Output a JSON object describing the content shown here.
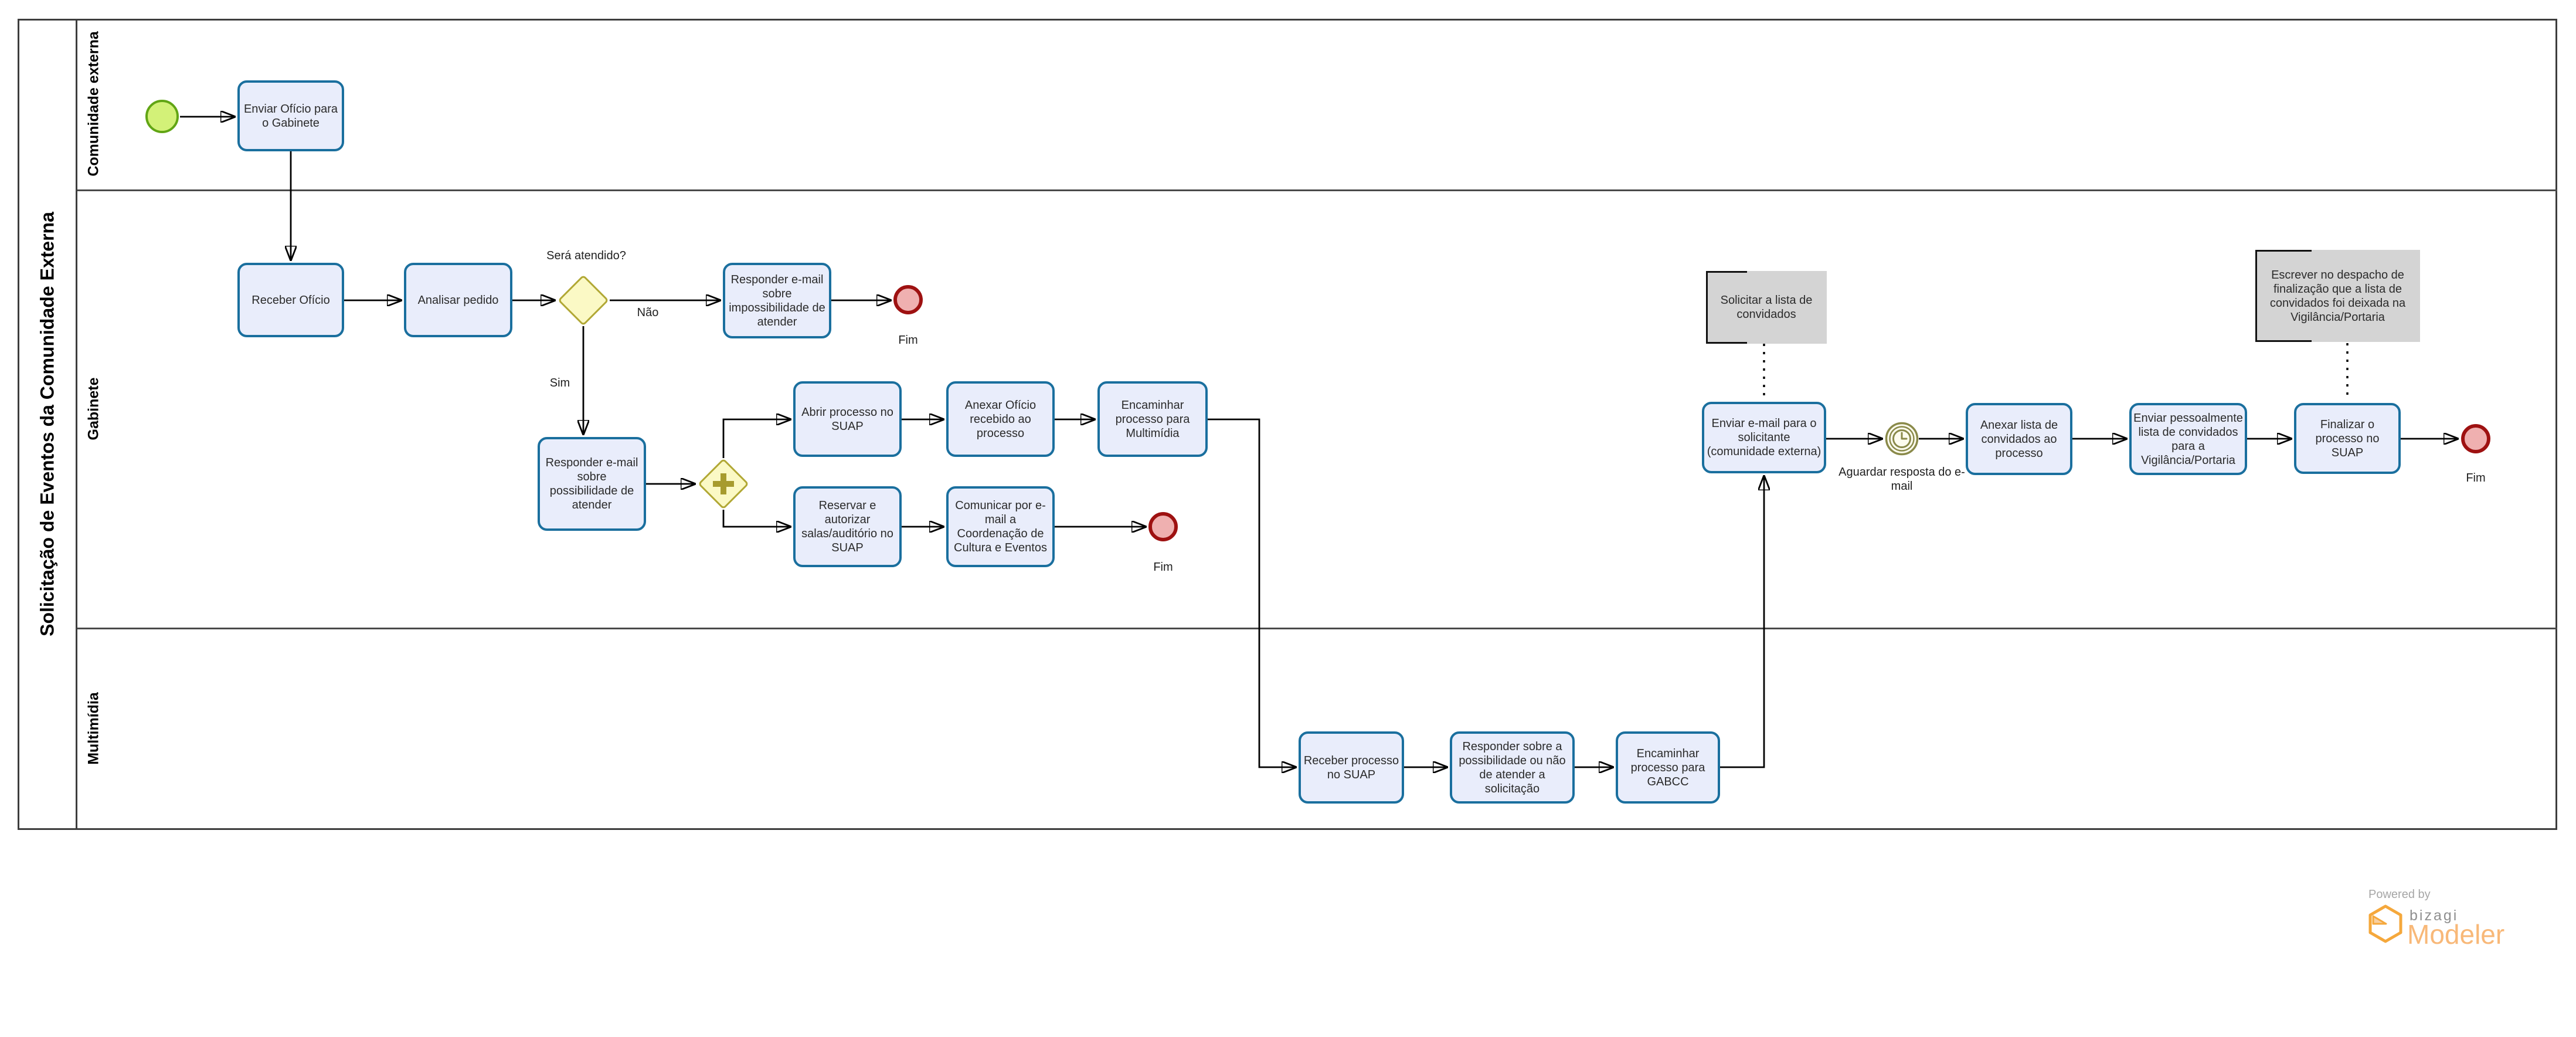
{
  "diagram": {
    "pool_title": "Solicitação de Eventos da Comunidade Externa",
    "lanes": [
      "Comunidade externa",
      "Gabinete",
      "Multimídia"
    ]
  },
  "nodes": {
    "t1": "Enviar Ofício para o Gabinete",
    "t2": "Receber Ofício",
    "t3": "Analisar pedido",
    "t4": "Responder e-mail sobre impossibilidade de atender",
    "t5": "Responder e-mail sobre possibilidade de atender",
    "t6": "Abrir processo no SUAP",
    "t7": "Reservar e autorizar salas/auditório no SUAP",
    "t8": "Anexar Ofício recebido ao processo",
    "t9": "Encaminhar processo para Multimídia",
    "t10": "Comunicar por e-mail a Coordenação de Cultura e Eventos",
    "t11": "Receber processo no SUAP",
    "t12": "Responder sobre a possibilidade ou não de atender a solicitação",
    "t13": "Encaminhar processo para GABCC",
    "t14": "Enviar e-mail para o solicitante (comunidade externa)",
    "t15": "Anexar lista de convidados ao processo",
    "t16": "Enviar pessoalmente lista de convidados para a Vigilância/Portaria",
    "t17": "Finalizar o processo no SUAP"
  },
  "labels": {
    "gateway_question": "Será atendido?",
    "no": "Não",
    "yes": "Sim",
    "end1": "Fim",
    "end2": "Fim",
    "end3": "Fim",
    "timer": "Aguardar resposta do e-mail"
  },
  "annotations": {
    "a1": "Solicitar a lista de convidados",
    "a2": "Escrever no despacho de finalização que a lista de convidados foi deixada na Vigilância/Portaria"
  },
  "logo": {
    "powered_by": "Powered by",
    "brand": "bizagi",
    "product": "Modeler"
  },
  "colors": {
    "task_fill": "#e9edfb",
    "task_border": "#1a6f9e",
    "gateway_fill": "#fbf9c5",
    "gateway_border": "#b1a835",
    "start_fill": "#d3f178",
    "start_border": "#61a514",
    "end_fill": "#efb0b0",
    "end_border": "#9e1111",
    "timer_ring": "#8a8a4a",
    "annotation_fill": "#d4d4d4",
    "logo_orange": "#f5a83c"
  }
}
